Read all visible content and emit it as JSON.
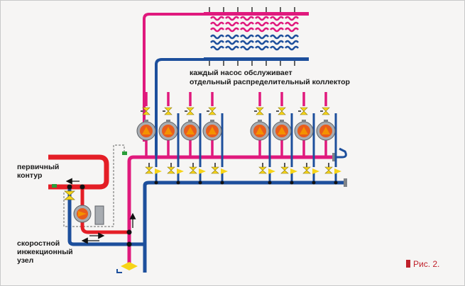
{
  "labels": {
    "collector_note_line1": "каждый насос обслуживает",
    "collector_note_line2": "отдельный распределительный коллектор",
    "primary_line1": "первичный",
    "primary_line2": "контур",
    "injection_line1": "скоростной",
    "injection_line2": "инжекционный",
    "injection_line3": "узел",
    "figure": "Рис. 2."
  },
  "colors": {
    "supply_pipe": "#e0197d",
    "return_pipe": "#1d4f9c",
    "primary_pipe": "#e41e26",
    "pump_body": "#a8acb1",
    "pump_impeller": "#f39200",
    "valve": "#f7d417",
    "figure_caption": "#c0202a"
  },
  "icons": {
    "pump": "circulation-pump-icon",
    "valve": "ball-valve-icon",
    "flow_arrow": "arrow-icon",
    "controller": "controller-box-icon",
    "sensor": "temperature-sensor-icon"
  }
}
